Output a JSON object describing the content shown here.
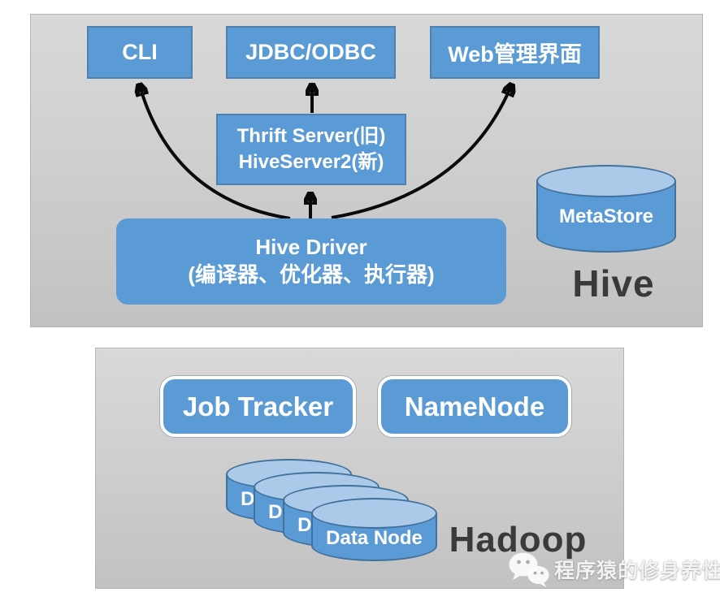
{
  "diagram": {
    "hive": {
      "section_label": "Hive",
      "cli_label": "CLI",
      "jdbc_label": "JDBC/ODBC",
      "web_label": "Web管理界面",
      "thrift_line1": "Thrift Server(旧)",
      "thrift_line2": "HiveServer2(新)",
      "driver_line1": "Hive Driver",
      "driver_line2": "(编译器、优化器、执行器)",
      "metastore_label": "MetaStore"
    },
    "hadoop": {
      "section_label": "Hadoop",
      "job_tracker_label": "Job Tracker",
      "name_node_label": "NameNode",
      "data_node_label": "Data Node",
      "data_node_count": 4
    },
    "colors": {
      "node_blue": "#5b9bd5",
      "node_border_blue": "#41719c",
      "cylinder_top_blue": "#abc9e9",
      "panel_gray_top": "#d9d9d9",
      "panel_gray_bottom": "#c2c2c2",
      "arrow_black": "#0a0a0a",
      "section_label_dark": "#3a3a3a",
      "node_text_white": "#ffffff"
    }
  },
  "watermark": {
    "icon": "wechat-icon",
    "text": "程序猿的修身养性"
  }
}
